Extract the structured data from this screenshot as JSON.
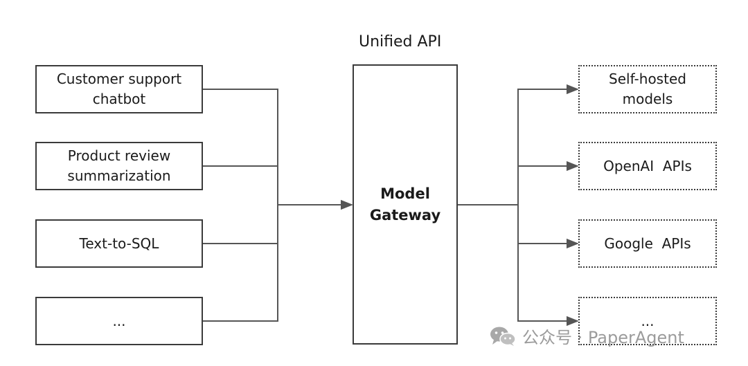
{
  "gateway": {
    "caption": "Unified API",
    "title_line1": "Model",
    "title_line2": "Gateway"
  },
  "clients": [
    {
      "line1": "Customer support",
      "line2": "chatbot"
    },
    {
      "line1": "Product review",
      "line2": "summarization"
    },
    {
      "line1": "Text-to-SQL",
      "line2": ""
    },
    {
      "line1": "...",
      "line2": ""
    }
  ],
  "providers": [
    {
      "line1": "Self-hosted",
      "line2": "models"
    },
    {
      "line1": "OpenAI  APIs",
      "line2": ""
    },
    {
      "line1": "Google  APIs",
      "line2": ""
    },
    {
      "line1": "...",
      "line2": ""
    }
  ],
  "watermark": {
    "text": "公众号 · PaperAgent",
    "icon": "wechat-icon"
  },
  "colors": {
    "line": "#555555",
    "border": "#3a3a3a"
  }
}
